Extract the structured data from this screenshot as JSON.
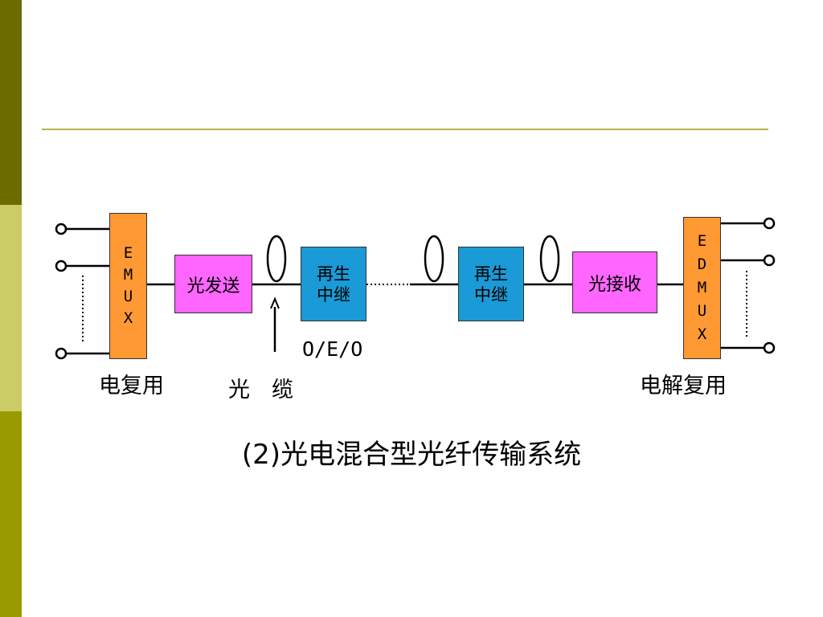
{
  "diagram": {
    "emux_letters": [
      "E",
      "M",
      "U",
      "X"
    ],
    "edmux_letters": [
      "E",
      "D",
      "M",
      "U",
      "X"
    ],
    "optical_transmit": "光发送",
    "regen_1": {
      "line1": "再生",
      "line2": "中继"
    },
    "regen_2": {
      "line1": "再生",
      "line2": "中继"
    },
    "optical_receive": "光接收",
    "label_mux": "电复用",
    "label_cable": "光　缆",
    "label_demux": "电解复用",
    "label_oeo": "O/E/O",
    "caption": "(2)光电混合型光纤传输系统"
  },
  "colors": {
    "mux_fill": "#ff9933",
    "converter_fill": "#ff66ff",
    "regenerator_fill": "#1a9ad6"
  }
}
